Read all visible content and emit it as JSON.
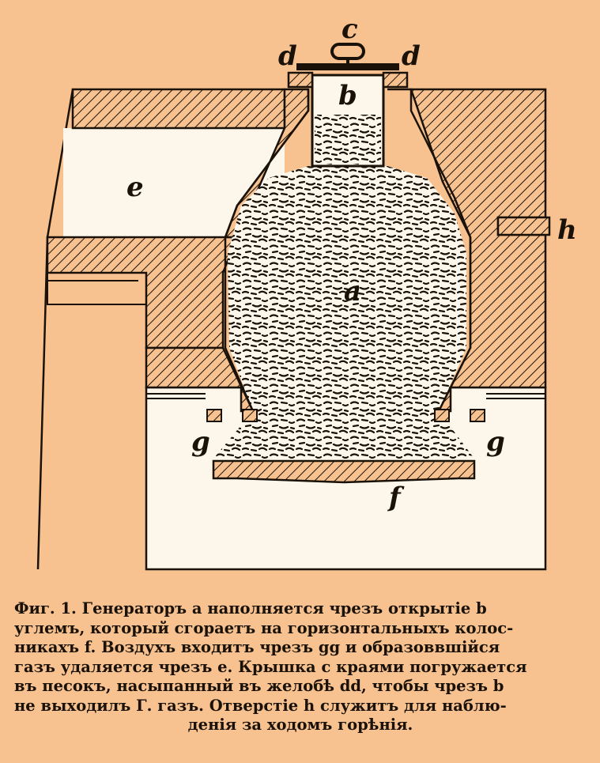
{
  "figure": {
    "labels": {
      "a": "a",
      "b": "b",
      "c": "c",
      "d_left": "d",
      "d_right": "d",
      "e": "e",
      "f": "f",
      "g_left": "g",
      "g_right": "g",
      "h": "h"
    },
    "colors": {
      "paper": "#f7c290",
      "ink": "#1a1208",
      "cavity": "#fdf6ea"
    }
  },
  "caption": {
    "lines": [
      "Фиг. 1.  Генераторъ a наполняется чрезъ открытіе b",
      "углемъ, который сгораетъ на горизонтальныхъ колос-",
      "никахъ f. Воздухъ входитъ чрезъ gg и образоввшійся",
      "газъ удаляется чрезъ e. Крышка c краями погружается",
      "въ песокъ, насыпанный въ желобѣ dd, чтобы чрезъ b",
      "не выходилъ Г. газъ. Отверстіе h служитъ для наблю-",
      "денія за ходомъ горѣнія."
    ]
  }
}
